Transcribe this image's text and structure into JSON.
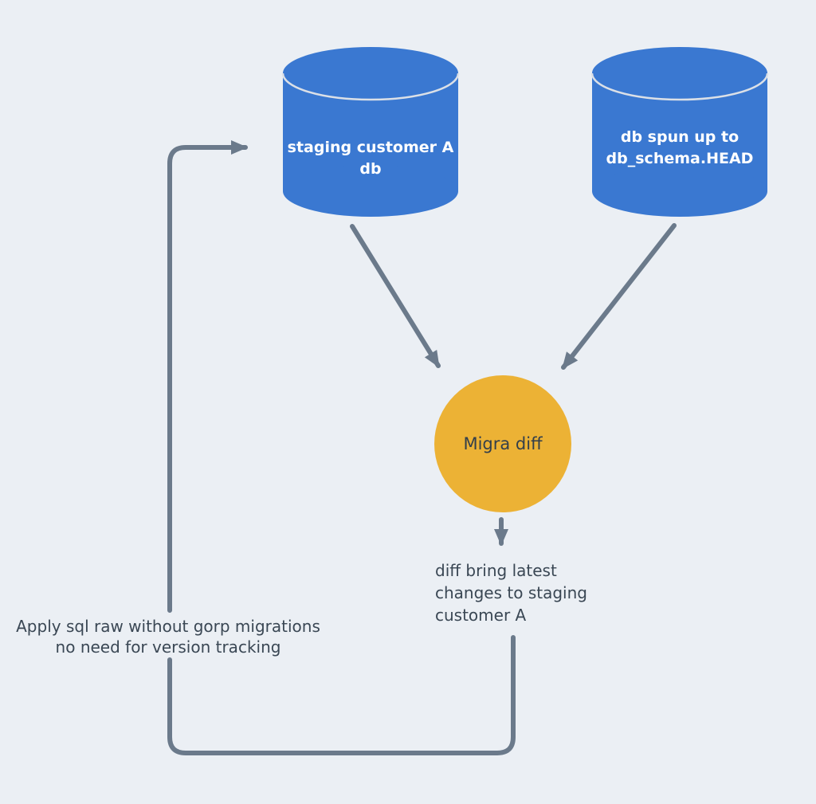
{
  "page": {
    "background": "#ebeff4"
  },
  "nodes": {
    "staging_db": {
      "type": "database-cylinder",
      "label": "staging customer A db",
      "fill": "#3a78d1",
      "text_color": "#ffffff"
    },
    "head_db": {
      "type": "database-cylinder",
      "label": "db spun up to\ndb_schema.HEAD",
      "fill": "#3a78d1",
      "text_color": "#ffffff"
    },
    "migra_diff": {
      "type": "circle",
      "label": "Migra diff",
      "fill": "#ecb235",
      "text_color": "#333f4b"
    }
  },
  "annotations": {
    "diff_note": "diff bring latest\nchanges to staging\ncustomer A",
    "loop_note": "Apply sql raw without gorp migrations\nno need for version tracking"
  },
  "edges": {
    "color": "#6b7a8b",
    "items": [
      {
        "name": "staging-db-to-migra-diff",
        "type": "straight-arrow"
      },
      {
        "name": "head-db-to-migra-diff",
        "type": "straight-arrow"
      },
      {
        "name": "migra-diff-to-diff-note",
        "type": "straight-arrow"
      },
      {
        "name": "loop-back-to-staging-db",
        "type": "elbow-arrow"
      }
    ]
  },
  "colors": {
    "background": "#ebeff4",
    "db_fill": "#3a78d1",
    "circle_fill": "#ecb235",
    "edge": "#6b7a8b",
    "text_dark": "#3a4754",
    "text_light": "#ffffff"
  }
}
